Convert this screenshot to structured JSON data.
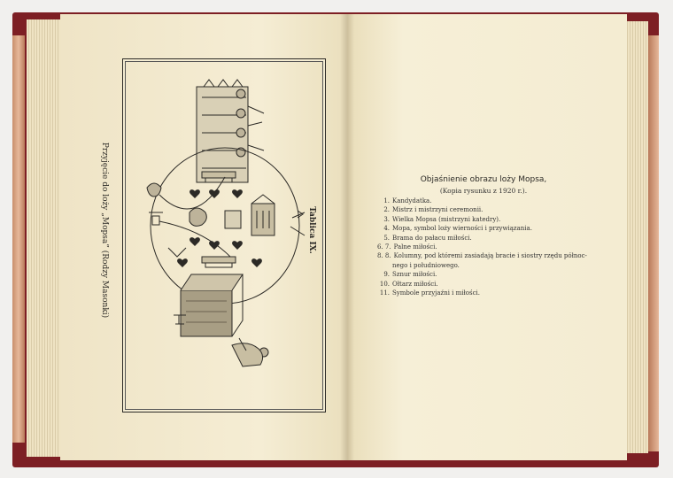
{
  "left_page": {
    "plate_caption": "Przyjęcie do loży „Mopsa” (Rodzy Masonki)",
    "plate_label": "Tablica IX."
  },
  "right_page": {
    "title": "Objaśnienie obrazu loży Mopsa,",
    "subtitle": "(Kopia rysunku z 1920 r.).",
    "legend": [
      {
        "num": "1.",
        "text": "Kandydatka."
      },
      {
        "num": "2.",
        "text": "Mistrz i mistrzyni ceremonii."
      },
      {
        "num": "3.",
        "text": "Wielka Mopsa (mistrzyni katedry)."
      },
      {
        "num": "4.",
        "text": "Mopa, symbol loży wierności i przywiązania."
      },
      {
        "num": "5.",
        "text": "Brama do pałacu miłości."
      },
      {
        "num": "6. 7.",
        "text": "Palne miłości."
      },
      {
        "num": "8. 8.",
        "text": "Kolumny, pod któremi zasiadają bracie i siostry rzędu północ-",
        "cont": "nego i południowego."
      },
      {
        "num": "9.",
        "text": "Sznur miłości."
      },
      {
        "num": "10.",
        "text": "Ołtarz miłości."
      },
      {
        "num": "11.",
        "text": "Symbole przyjaźni i miłości."
      }
    ]
  },
  "colors": {
    "cover": "#7d1f24",
    "paper": "#f4ecd2",
    "ink": "#2c2a26"
  }
}
